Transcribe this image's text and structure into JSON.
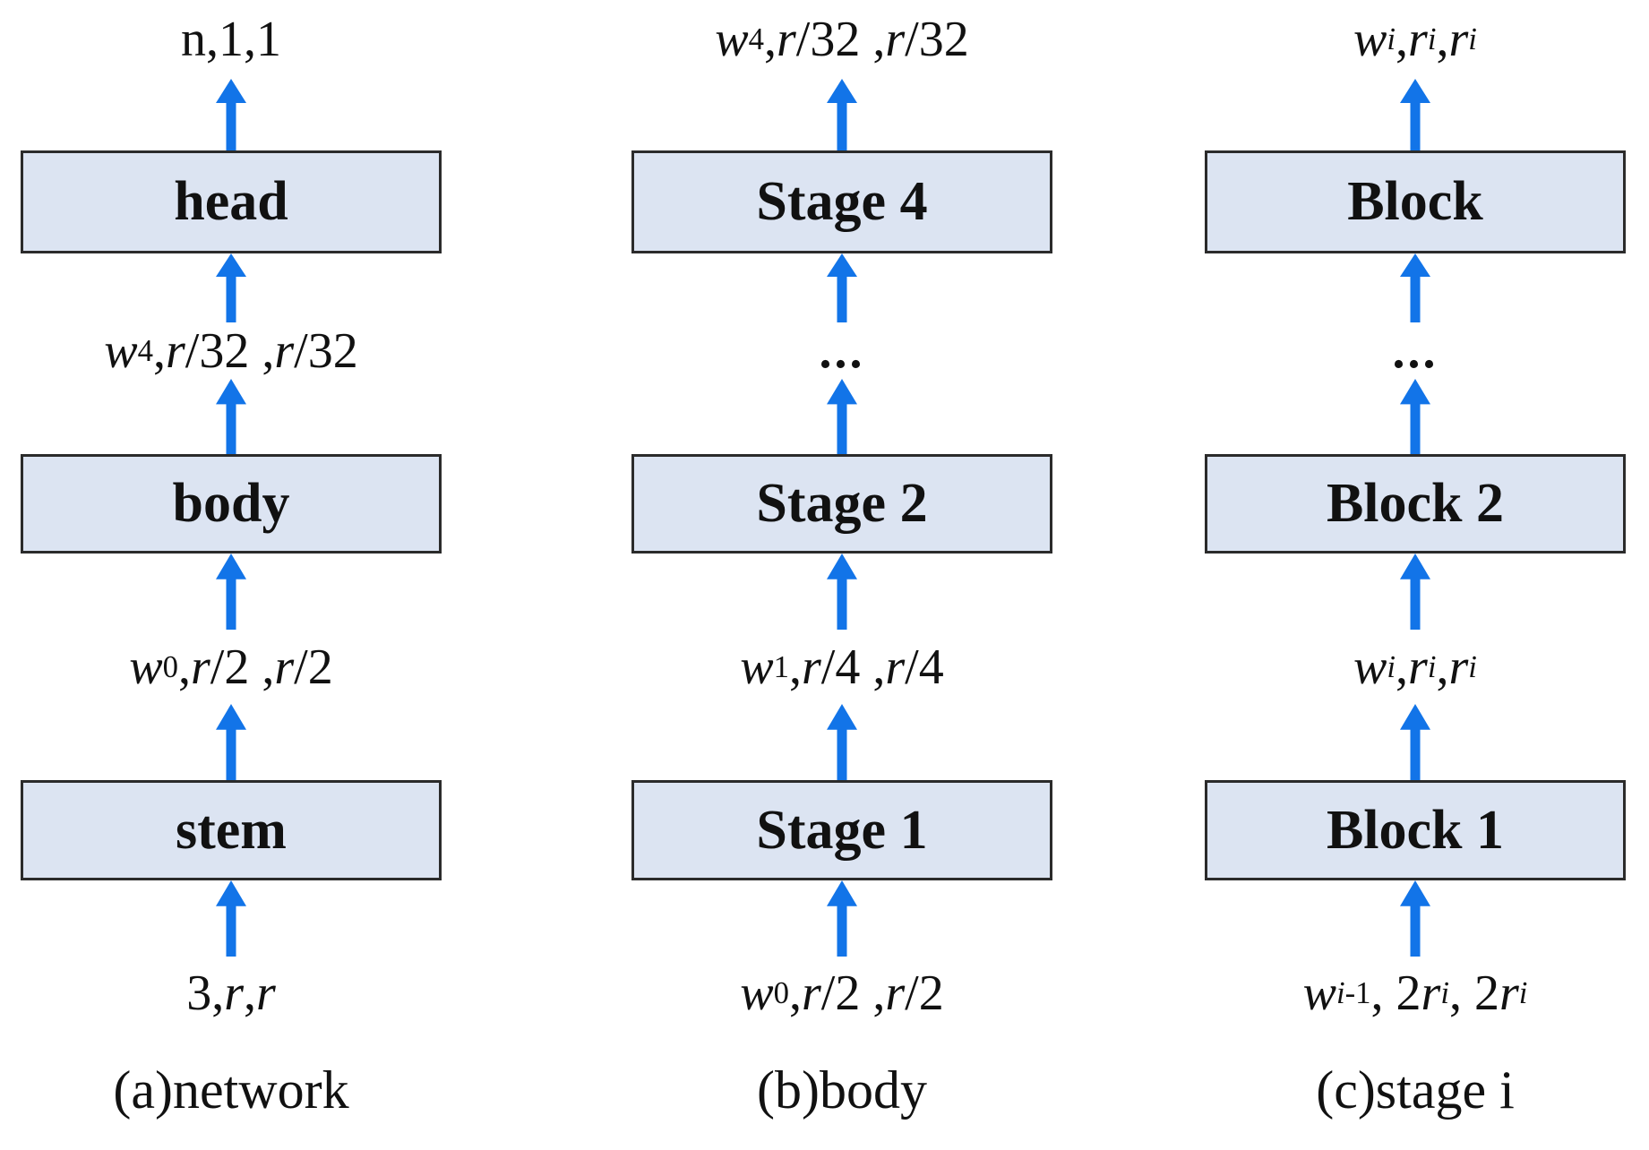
{
  "colors": {
    "arrow": "#1274e8",
    "boxFill": "#dce4f2",
    "boxBorder": "#2b2b2b",
    "text": "#111111",
    "background": "#ffffff"
  },
  "columns": [
    {
      "caption": "(a)network",
      "out_label": "n,1,1",
      "box_top": "head",
      "mid1_label": "*w*_{4}, *r*/32 , *r*/32",
      "box_mid": "body",
      "mid2_label": "*w*_{0}, *r*/2 , *r*/2",
      "box_bottom": "stem",
      "in_label": "3, *r*, *r*"
    },
    {
      "caption": "(b)body",
      "out_label": "*w*_{4}, *r*/32 , *r*/32",
      "box_top": "Stage 4",
      "mid1_label": "**...**",
      "box_mid": "Stage 2",
      "mid2_label": "*w*_{1}, *r*/4 , *r*/4",
      "box_bottom": "Stage 1",
      "in_label": "*w*_{0}, *r*/2 , *r*/2"
    },
    {
      "caption": "(c)stage i",
      "out_label": "*w*_{*i*}, *r*_{*i*}, *r*_{*i*}",
      "box_top": "Block",
      "mid1_label": "**...**",
      "box_mid": "Block 2",
      "mid2_label": "*w*_{*i*}, *r*_{*i*}, *r*_{*i*}",
      "box_bottom": "Block 1",
      "in_label": "*w*_{*i*-1}, 2*r*_{*i*}, 2*r*_{*i*}"
    }
  ]
}
